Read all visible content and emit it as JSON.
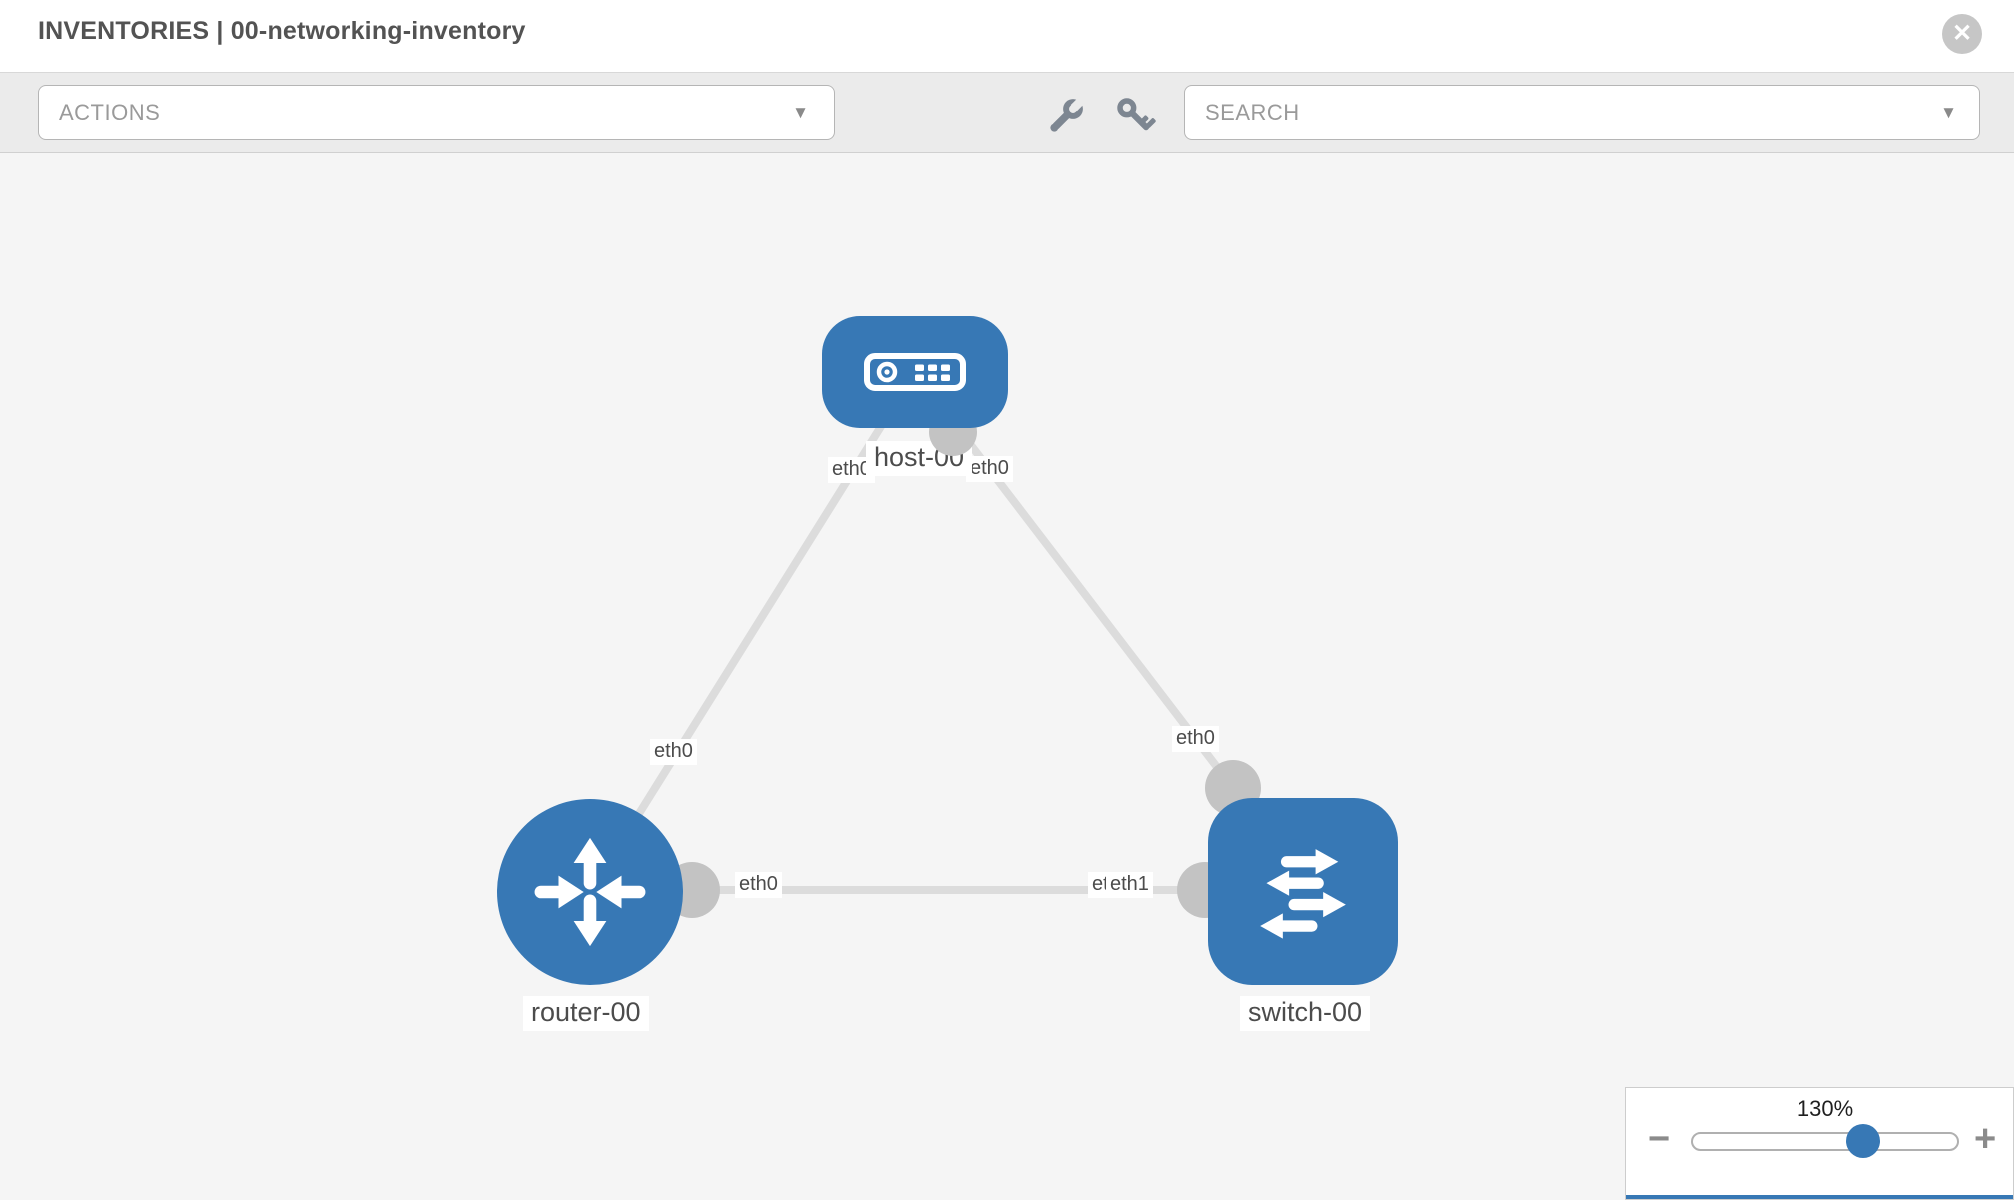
{
  "header": {
    "title": "INVENTORIES | 00-networking-inventory",
    "close_glyph": "✕"
  },
  "toolbar": {
    "actions_label": "ACTIONS",
    "search_label": "SEARCH",
    "caret": "▼",
    "icons": [
      "wrench-icon",
      "key-icon"
    ]
  },
  "topology": {
    "nodes": [
      {
        "id": "host-00",
        "label": "host-00",
        "type": "host"
      },
      {
        "id": "router-00",
        "label": "router-00",
        "type": "router"
      },
      {
        "id": "switch-00",
        "label": "switch-00",
        "type": "switch"
      }
    ],
    "links": [
      {
        "from": "host-00",
        "to": "router-00"
      },
      {
        "from": "host-00",
        "to": "switch-00"
      },
      {
        "from": "router-00",
        "to": "switch-00"
      }
    ],
    "interfaces": [
      {
        "label": "eth0"
      },
      {
        "label": "eth0"
      },
      {
        "label": "eth0"
      },
      {
        "label": "eth0"
      },
      {
        "label": "eth0"
      },
      {
        "label": "eth0"
      },
      {
        "label": "eth1"
      }
    ]
  },
  "zoom": {
    "level": "130%",
    "minus_glyph": "−",
    "plus_glyph": "+"
  },
  "colors": {
    "node_blue": "#3778b5",
    "link_gray": "#dcdcdc",
    "port_gray": "#c3c3c3",
    "toolbar_gray": "#ebebeb",
    "canvas_gray": "#f5f5f5"
  }
}
